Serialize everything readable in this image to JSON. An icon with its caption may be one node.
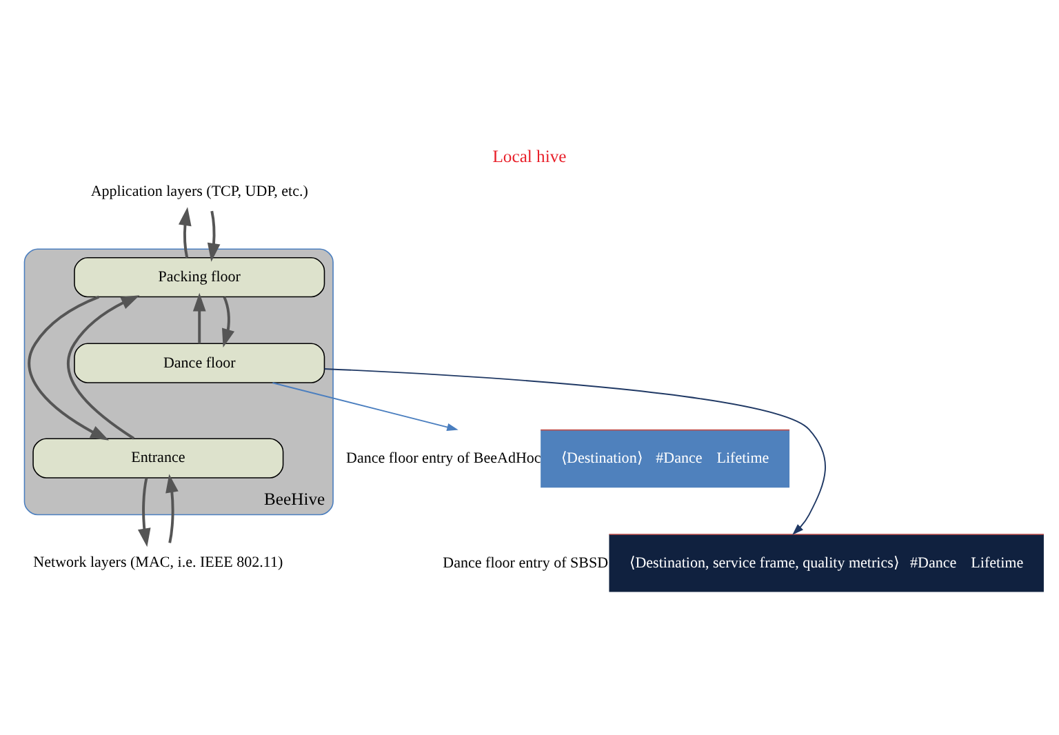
{
  "diagram": {
    "title": "Local hive",
    "nodes": [
      {
        "text": [
          "Application layers (TCP, UDP, etc.)"
        ]
      },
      {
        "text": [
          "BeeHive"
        ]
      },
      {
        "text": [
          "Packing floor"
        ],
        "in": 1
      },
      {
        "text": [
          "Dance floor"
        ],
        "in": 1
      },
      {
        "text": [
          "Entrance"
        ],
        "in": 1
      },
      {
        "text": [
          "Network layers (MAC, i.e. IEEE 802.11)"
        ]
      },
      {
        "text": [
          "⟨Destination⟩",
          "#Dance",
          "Lifetime"
        ],
        "beside": [
          "Dance floor entry of BeeAdHoc"
        ]
      },
      {
        "text": [
          "⟨Destination, service frame, quality metrics⟩",
          "#Dance",
          "Lifetime"
        ],
        "beside": [
          "Dance floor entry of SBSD"
        ]
      }
    ],
    "edges": [
      {
        "from": 0,
        "to": 2,
        "arrow": "to"
      },
      {
        "from": 2,
        "to": 0,
        "arrow": "to"
      },
      {
        "from": 2,
        "to": 4,
        "arrow": "to"
      },
      {
        "from": 3,
        "to": 2,
        "arrow": "to"
      },
      {
        "from": 2,
        "to": 3,
        "arrow": "to"
      },
      {
        "from": 4,
        "to": 2,
        "arrow": "to"
      },
      {
        "from": 4,
        "to": 5,
        "arrow": "to"
      },
      {
        "from": 5,
        "to": 4,
        "arrow": "to"
      },
      {
        "from": 3,
        "to": 6,
        "arrow": "to",
        "color": "#4a7ebf"
      },
      {
        "from": 3,
        "to": 7,
        "arrow": "to",
        "color": "#1f3864"
      }
    ]
  }
}
